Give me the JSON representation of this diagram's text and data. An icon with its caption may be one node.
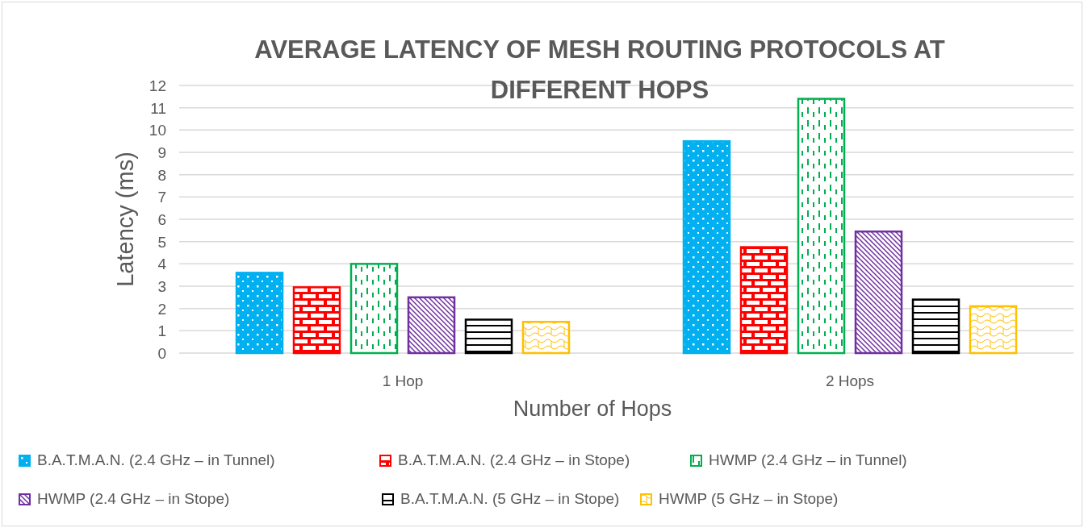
{
  "diagram": {
    "chart_data": {
      "type": "bar",
      "title": "AVERAGE LATENCY OF MESH ROUTING PROTOCOLS AT DIFFERENT HOPS",
      "xlabel": "Number of Hops",
      "ylabel": "Latency (ms)",
      "categories": [
        "1 Hop",
        "2 Hops"
      ],
      "ylim": [
        0,
        12
      ],
      "yticks": [
        0,
        1,
        2,
        3,
        4,
        5,
        6,
        7,
        8,
        9,
        10,
        11,
        12
      ],
      "grid": true,
      "legend": true,
      "series": [
        {
          "name": "B.A.T.M.A.N. (2.4 GHz – in Tunnel)",
          "color": "#00b0f0",
          "values": [
            3.6,
            9.5
          ]
        },
        {
          "name": "B.A.T.M.A.N. (2.4 GHz – in Stope)",
          "color": "#ff0000",
          "values": [
            2.95,
            4.75
          ]
        },
        {
          "name": "HWMP (2.4 GHz – in Tunnel)",
          "color": "#00b050",
          "values": [
            4.0,
            11.4
          ]
        },
        {
          "name": "HWMP (2.4 GHz – in Stope)",
          "color": "#7030a0",
          "values": [
            2.5,
            5.45
          ]
        },
        {
          "name": "B.A.T.M.A.N. (5 GHz – in Stope)",
          "color": "#000000",
          "values": [
            1.5,
            2.4
          ]
        },
        {
          "name": "HWMP (5 GHz – in Stope)",
          "color": "#ffc000",
          "values": [
            1.4,
            2.1
          ]
        }
      ]
    }
  }
}
